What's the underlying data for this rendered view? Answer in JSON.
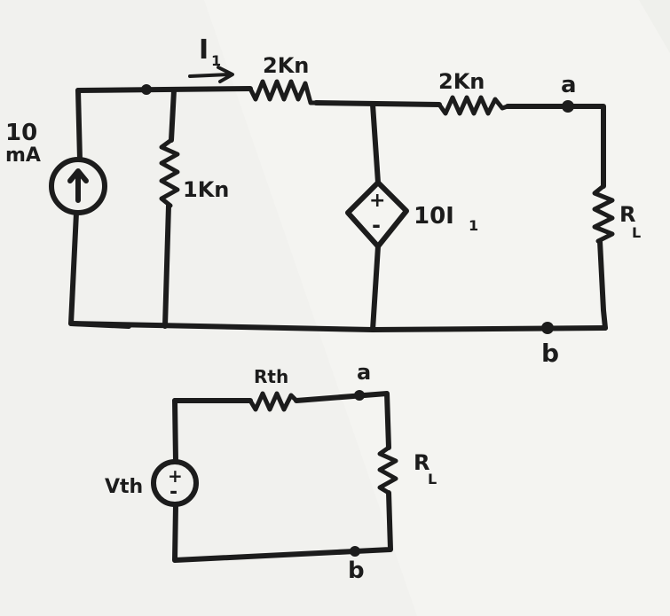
{
  "circuit_top": {
    "current_label": "I",
    "current_sub": "1",
    "r_top_left": "2Kn",
    "r_top_right": "2Kn",
    "node_a": "a",
    "node_b": "b",
    "source_value": "10",
    "source_unit": "mA",
    "r_shunt": "1Kn",
    "dep_source_label": "10I",
    "dep_source_sub": "1",
    "plus": "+",
    "minus": "-",
    "load_label": "R",
    "load_sub": "L"
  },
  "circuit_bottom": {
    "rth_label": "Rth",
    "node_a": "a",
    "node_b": "b",
    "vth_label": "Vth",
    "load_label": "R",
    "load_sub": "L"
  }
}
